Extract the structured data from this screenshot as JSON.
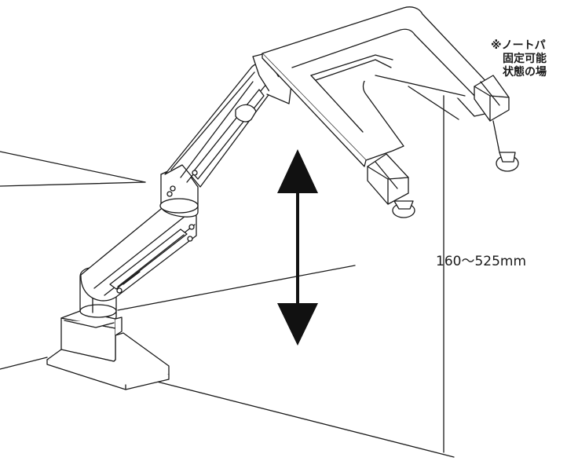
{
  "note": {
    "line1": "※ノートパ",
    "line2": "固定可能",
    "line3": "状態の場"
  },
  "dimension_label": "160〜525mm",
  "colors": {
    "line": "#1a1a1a",
    "fill": "#ffffff",
    "arrow": "#111111"
  }
}
